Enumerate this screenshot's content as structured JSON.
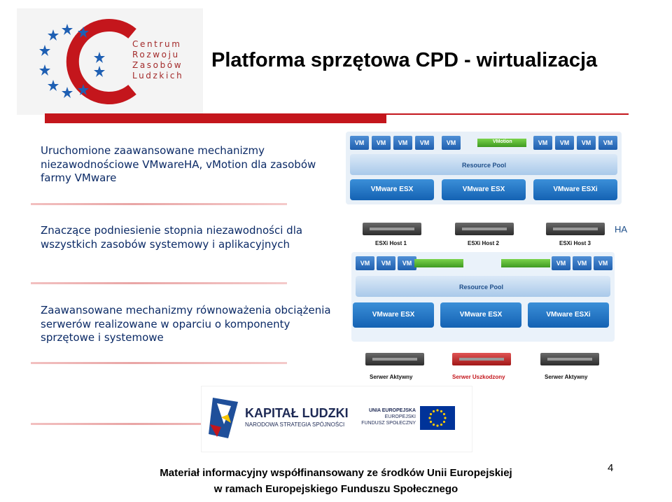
{
  "logo": {
    "line1": "Centrum",
    "line2": "Rozwoju",
    "line3": "Zasobów",
    "line4": "Ludzkich"
  },
  "title": "Platforma sprzętowa CPD - wirtualizacja",
  "bullets": [
    {
      "text": "Uruchomione zaawansowane mechanizmy niezawodnościowe  VMwareHA, vMotion dla zasobów farmy VMware"
    },
    {
      "text": "Znaczące podniesienie stopnia niezawodności dla wszystkich zasobów systemowy i aplikacyjnych"
    },
    {
      "text": "Zaawansowane mechanizmy równoważenia obciążenia serwerów realizowane w oparciu o komponenty sprzętowe i systemowe"
    }
  ],
  "diagram1": {
    "vm_label": "VM",
    "vmotion_label": "VMotion",
    "pool_label": "Resource Pool",
    "esx": [
      "VMware ESX",
      "VMware ESX",
      "VMware ESXi"
    ]
  },
  "diagram2": {
    "ha_label": "HA",
    "hosts": [
      "ESXi Host 1",
      "ESXi Host 2",
      "ESXi Host 3"
    ],
    "vm_label": "VM",
    "pool_label": "Resource Pool",
    "esx": [
      "VMware ESX",
      "VMware ESX",
      "VMware ESXi"
    ],
    "servers": [
      "Serwer Aktywny",
      "Serwer Uszkodzony",
      "Serwer Aktywny"
    ]
  },
  "banner": {
    "kl_title": "KAPITAŁ LUDZKI",
    "kl_subtitle": "NARODOWA STRATEGIA SPÓJNOŚCI",
    "eu_line1": "UNIA EUROPEJSKA",
    "eu_line2": "EUROPEJSKI",
    "eu_line3": "FUNDUSZ SPOŁECZNY"
  },
  "footer": {
    "line1": "Materiał informacyjny współfinansowany ze środków Unii Europejskiej",
    "line2": "w ramach Europejskiego Funduszu Społecznego"
  },
  "page_number": "4",
  "colors": {
    "brand_red": "#c4161c",
    "text_blue": "#0b2a66",
    "esx_blue": "#1462b3",
    "eu_blue": "#003399",
    "eu_star": "#ffcc00"
  }
}
